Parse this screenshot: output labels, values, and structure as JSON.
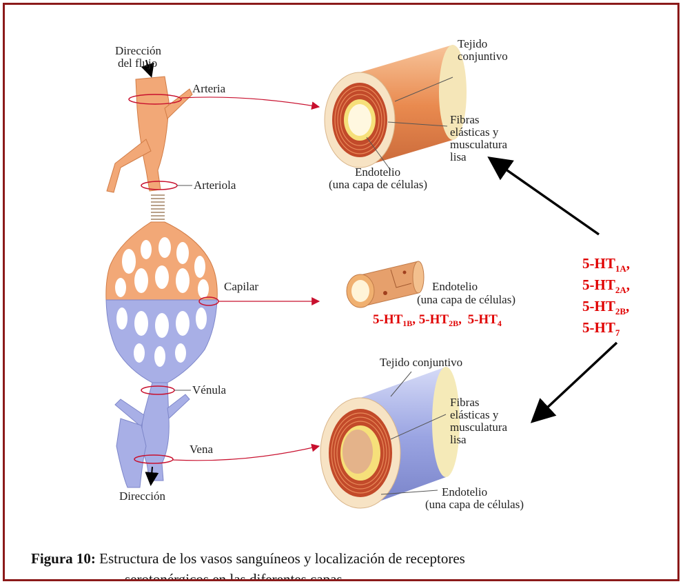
{
  "colors": {
    "artery": "#f2a877",
    "vein": "#a8afe6",
    "receptor_text": "#e00000",
    "connector": "#c8102e",
    "frame": "#8b1a1a"
  },
  "left_labels": {
    "direction_top_1": "Dirección",
    "direction_top_2": "del flujo",
    "arteria": "Arteria",
    "arteriola": "Arteriola",
    "capilar": "Capilar",
    "venula": "Vénula",
    "vena": "Vena",
    "direction_bottom": "Dirección"
  },
  "artery_section": {
    "tejido_1": "Tejido",
    "tejido_2": "conjuntivo",
    "fibras_1": "Fibras",
    "fibras_2": "elásticas y",
    "fibras_3": "musculatura",
    "fibras_4": "lisa",
    "endotelio_1": "Endotelio",
    "endotelio_2": "(una capa de células)"
  },
  "capillary_section": {
    "endotelio_1": "Endotelio",
    "endotelio_2": "(una capa de células)",
    "receptors": [
      {
        "base": "5-HT",
        "sub": "1B",
        "sep": ","
      },
      {
        "base": "5-HT",
        "sub": "2B",
        "sep": ","
      },
      {
        "base": "5-HT",
        "sub": "4",
        "sep": ""
      }
    ]
  },
  "vein_section": {
    "tejido": "Tejido conjuntivo",
    "fibras_1": "Fibras",
    "fibras_2": "elásticas y",
    "fibras_3": "musculatura",
    "fibras_4": "lisa",
    "endotelio_1": "Endotelio",
    "endotelio_2": "(una capa de células)"
  },
  "receptor_list": [
    {
      "base": "5-HT",
      "sub": "1A",
      "sep": ","
    },
    {
      "base": "5-HT",
      "sub": "2A",
      "sep": ","
    },
    {
      "base": "5-HT",
      "sub": "2B",
      "sep": ","
    },
    {
      "base": "5-HT",
      "sub": "7",
      "sep": ""
    }
  ],
  "caption": {
    "label": "Figura 10:",
    "line1": "Estructura de los vasos sanguíneos y localización de receptores",
    "line2": "serotonérgicos en las diferentes capas."
  }
}
